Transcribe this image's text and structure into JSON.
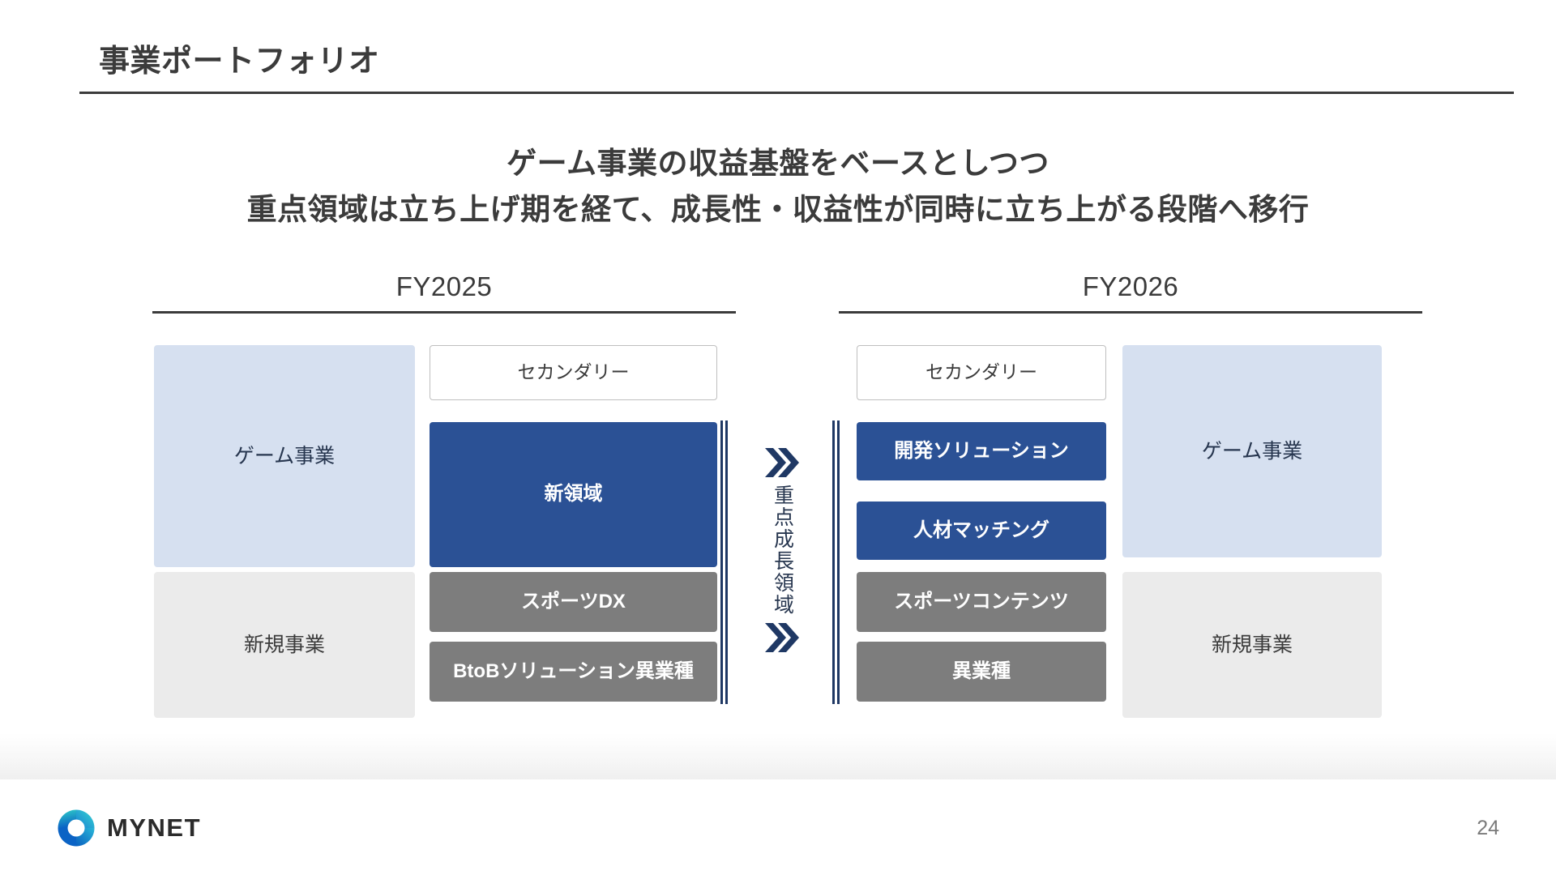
{
  "slide": {
    "title": "事業ポートフォリオ",
    "page_number": "24"
  },
  "subtitle": {
    "line1": "ゲーム事業の収益基盤をベースとしつつ",
    "line2": "重点領域は立ち上げ期を経て、成長性・収益性が同時に立ち上がる段階へ移行"
  },
  "columns": {
    "fy2025": {
      "year_label": "FY2025",
      "categories": [
        {
          "label": "ゲーム事業",
          "style": "light-blue"
        },
        {
          "label": "新規事業",
          "style": "light-gray"
        }
      ],
      "items": [
        {
          "label": "セカンダリー",
          "style": "white-outline"
        },
        {
          "label": "新領域",
          "style": "navy"
        },
        {
          "label": "スポーツDX",
          "style": "gray"
        },
        {
          "label": "BtoBソリューション異業種",
          "style": "gray"
        }
      ]
    },
    "fy2026": {
      "year_label": "FY2026",
      "items": [
        {
          "label": "セカンダリー",
          "style": "white-outline"
        },
        {
          "label": "開発ソリューション",
          "style": "navy"
        },
        {
          "label": "人材マッチング",
          "style": "navy"
        },
        {
          "label": "スポーツコンテンツ",
          "style": "gray"
        },
        {
          "label": "異業種",
          "style": "gray"
        }
      ],
      "categories": [
        {
          "label": "ゲーム事業",
          "style": "light-blue"
        },
        {
          "label": "新規事業",
          "style": "light-gray"
        }
      ]
    }
  },
  "center": {
    "vertical_label": "重点成長領域",
    "arrow_top": "double-chevron-right",
    "arrow_bottom": "double-chevron-right"
  },
  "footer": {
    "brand": "MYNET"
  },
  "colors": {
    "navy": "#2b5195",
    "deep_navy": "#1f3864",
    "gray": "#7d7d7d",
    "light_blue": "#d6e0f0",
    "light_gray": "#ebebeb",
    "text_dark": "#3b3b3b"
  }
}
